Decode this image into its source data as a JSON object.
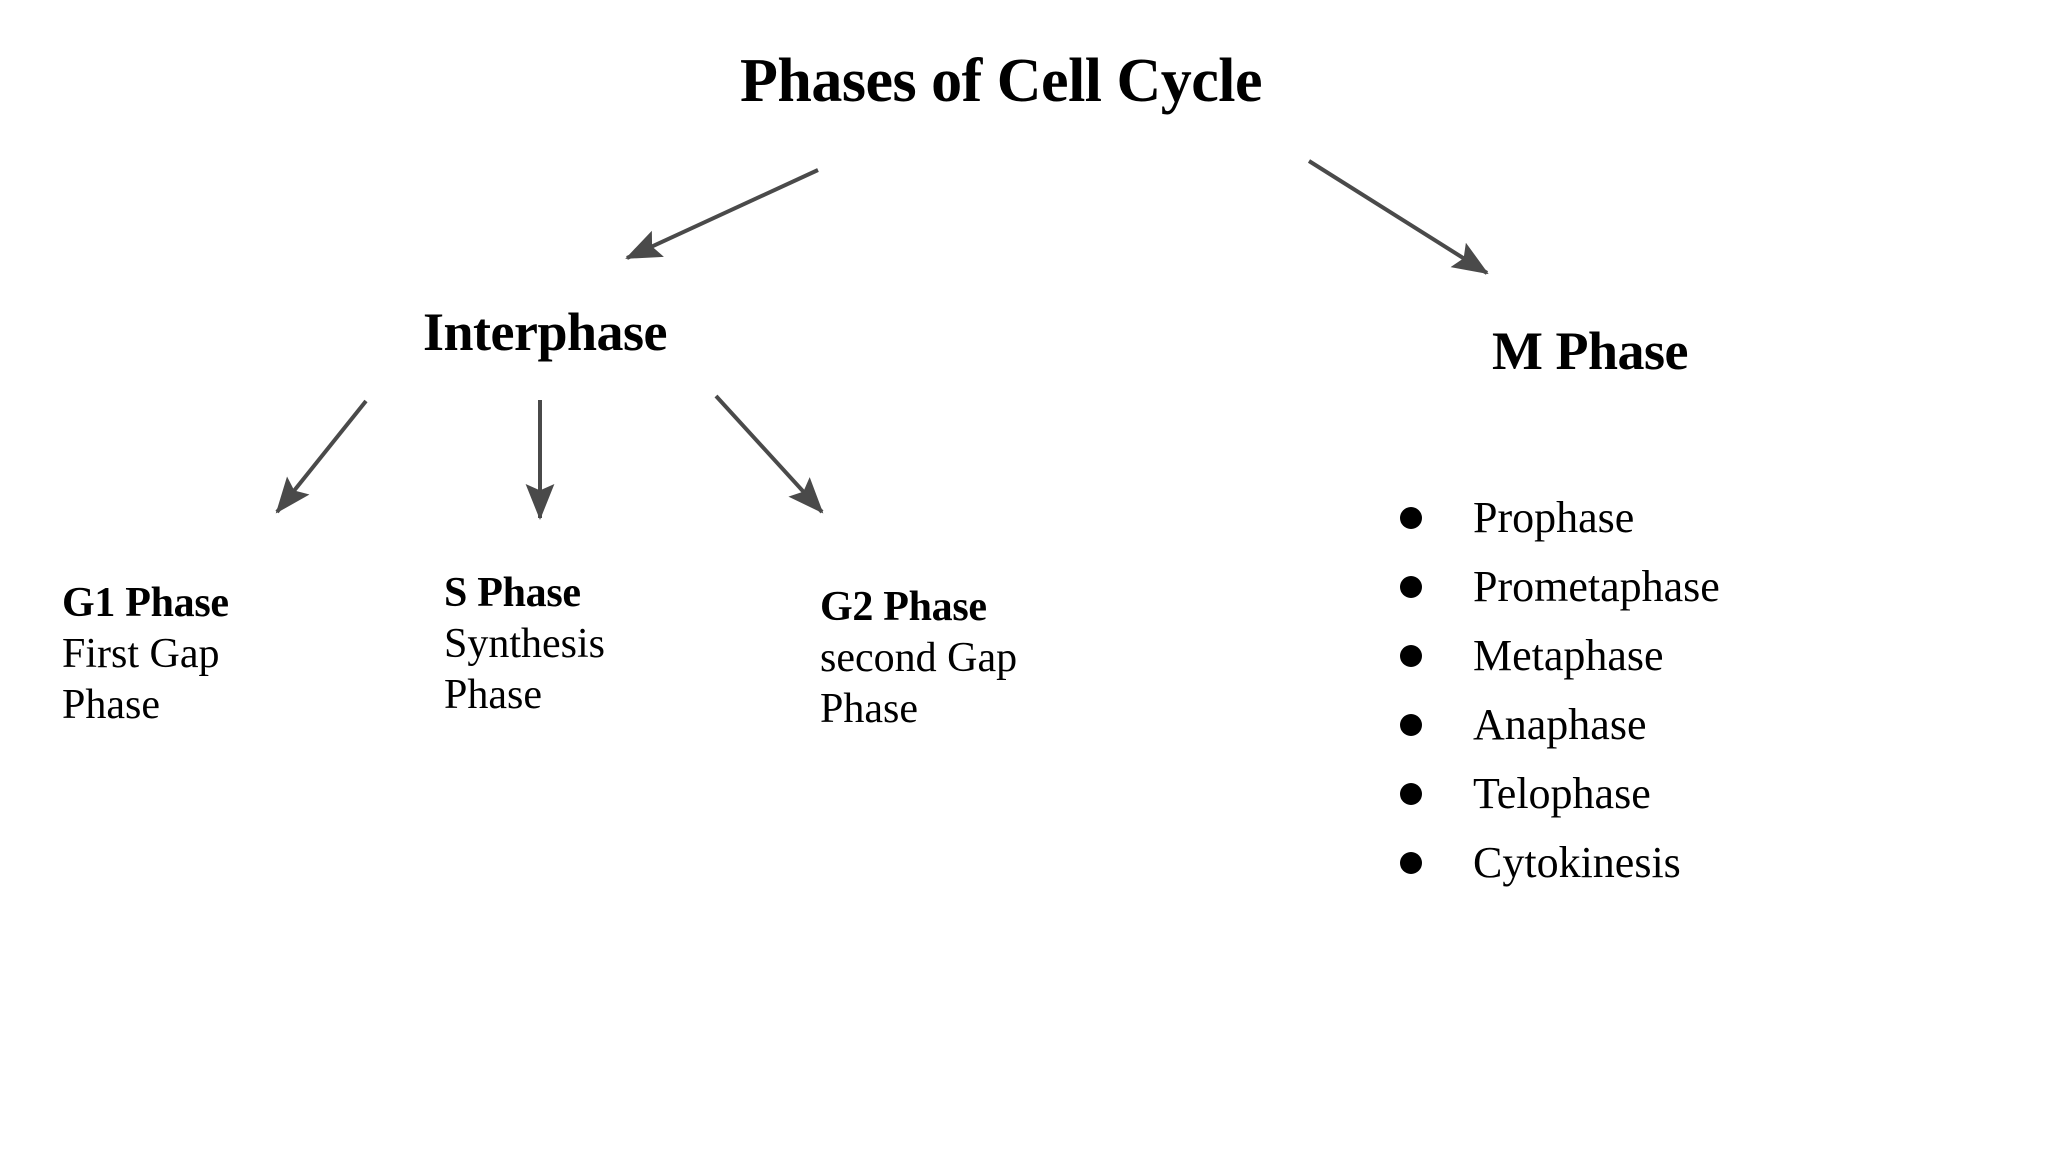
{
  "diagram": {
    "title": "Phases of Cell Cycle",
    "background_color": "#ffffff",
    "text_color": "#000000",
    "arrow_color": "#4a4a4a",
    "bullet_color": "#000000"
  },
  "branches": {
    "interphase": {
      "label": "Interphase",
      "children": [
        {
          "heading": "G1 Phase",
          "line1": "First Gap",
          "line2": "Phase"
        },
        {
          "heading": "S Phase",
          "line1": "Synthesis",
          "line2": "Phase"
        },
        {
          "heading": "G2 Phase",
          "line1": "second Gap",
          "line2": "Phase"
        }
      ]
    },
    "m_phase": {
      "label": "M Phase",
      "stages": [
        "Prophase",
        "Prometaphase",
        "Metaphase",
        "Anaphase",
        "Telophase",
        "Cytokinesis"
      ]
    }
  }
}
